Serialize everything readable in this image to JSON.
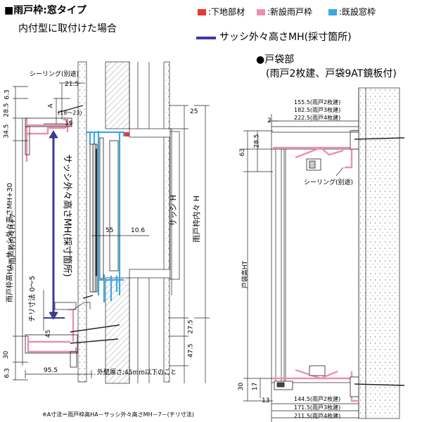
{
  "header": {
    "title": "■雨戸枠:窓タイプ",
    "subtitle": "内付型に取付けた場合"
  },
  "legend": {
    "items": [
      {
        "label": ":下地部材",
        "color": "#e53935"
      },
      {
        "label": ":新設雨戸枠",
        "color": "#ec8fb3"
      },
      {
        "label": ":既設窓枠",
        "color": "#3da8e0"
      }
    ],
    "mh_label": "サッシ外々高さMH(採寸箇所)",
    "mh_color": "#3a3aa8"
  },
  "colors": {
    "line": "#222222",
    "new_frame": "#ec8fb3",
    "existing_frame": "#3da8e0",
    "mh": "#3a3aa8",
    "base": "#e53935"
  },
  "left_section": {
    "labels": {
      "sealing": "シーリング(別途)",
      "A": "A",
      "range": "(18～23)",
      "sash_mh": "サッシ外々高さMH(採寸箇所)",
      "chiri": "チリ寸法 0～5",
      "frame_height": "雨戸枠高HA=サッシ外々高さMH+30",
      "frame_inner": "＝雨戸枠内々H+7",
      "sash_H": "サッシ H",
      "frame_inner_H": "雨戸枠内々 H",
      "wall_note": "外壁厚さ:45mm以下のこと"
    },
    "dims": {
      "d63_top": "6.3",
      "d285": "28.5",
      "d345": "34.5",
      "d215": "21.5",
      "d19": "19",
      "d25": "25",
      "d55": "55",
      "d106": "10.6",
      "d45": "45",
      "d275": "27.5",
      "d30": "30",
      "d475": "47.5",
      "d63_bot": "6.3",
      "d955": "95.5"
    }
  },
  "right_section": {
    "title": "●戸袋部",
    "subtitle": "(雨戸2枚建、戸袋9AT鏡板付)",
    "top_dims": [
      "155.5(雨戸2枚建)",
      "182.5(雨戸3枚建)",
      "222.5(雨戸4枚建)"
    ],
    "bottom_dims": [
      "144.5(雨戸2枚建)",
      "171.5(雨戸3枚建)",
      "211.5(雨戸4枚建)"
    ],
    "sealing": "シーリング(別途)",
    "ht_label": "戸袋高HT",
    "dims": {
      "d2": "2",
      "d285": "28.5",
      "d63": "63",
      "d30": "30",
      "d17": "17",
      "d13": "13"
    }
  },
  "footnote": "※A寸法＝雨戸枠高HA－サッシ外々高さMH－7－(チリ寸法)"
}
